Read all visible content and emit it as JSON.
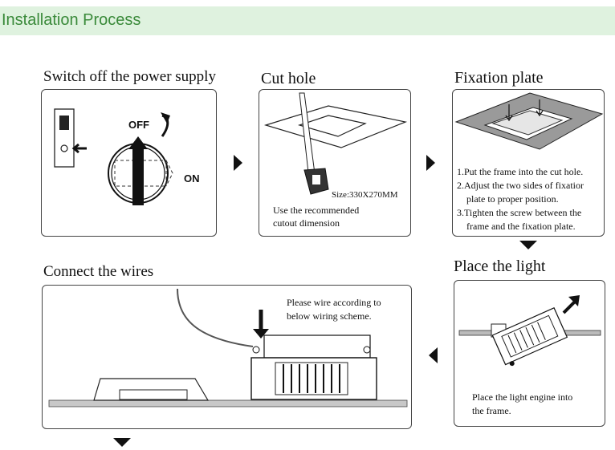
{
  "header": {
    "title": "Installation Process"
  },
  "steps": {
    "switch_off": {
      "title": "Switch off the power supply",
      "off_label": "OFF",
      "on_label": "ON"
    },
    "cut_hole": {
      "title": "Cut hole",
      "size_label": "Size:330X270MM",
      "note_line1": "Use the recommended",
      "note_line2": "cutout dimension"
    },
    "fixation_plate": {
      "title": "Fixation plate",
      "lines": [
        "1.Put the frame into the cut hole.",
        "2.Adjust the two sides of fixatior",
        "plate to proper position.",
        "3.Tighten the screw between the",
        "frame and the fixation plate."
      ]
    },
    "place_light": {
      "title": "Place the light",
      "note_line1": "Place the light engine into",
      "note_line2": "the frame."
    },
    "connect_wires": {
      "title": "Connect the wires",
      "note_line1": "Please wire according to",
      "note_line2": "below wiring scheme."
    }
  },
  "icons": [
    "right-arrow-icon",
    "down-arrow-icon",
    "left-arrow-icon"
  ]
}
